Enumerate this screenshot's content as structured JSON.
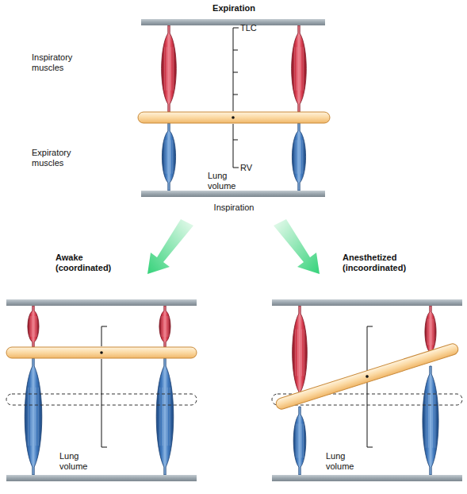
{
  "diagram": {
    "labels": [
      "Expiration",
      "Inspiratory muscles",
      "TLC",
      "Expiratory muscles",
      "RV",
      "Lung volume",
      "Inspiration",
      "Awake (coordinated)",
      "Lung volume",
      "Anesthetized (incoordinated)",
      "Lung volume"
    ]
  }
}
